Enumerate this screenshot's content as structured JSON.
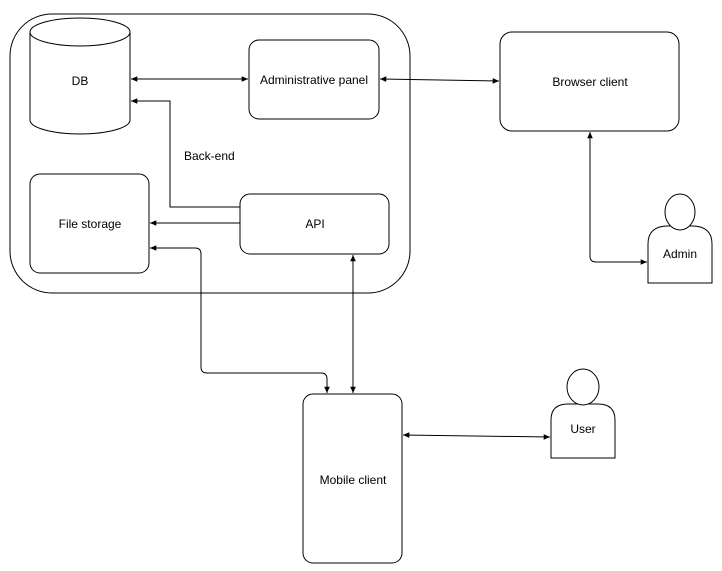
{
  "diagram": {
    "group_label": "Back-end",
    "nodes": {
      "db": {
        "label": "DB",
        "shape": "cylinder"
      },
      "admin_panel": {
        "label": "Administrative panel",
        "shape": "rounded-rect"
      },
      "file_storage": {
        "label": "File storage",
        "shape": "rounded-rect"
      },
      "api": {
        "label": "API",
        "shape": "rounded-rect"
      },
      "browser_client": {
        "label": "Browser client",
        "shape": "rounded-rect"
      },
      "mobile_client": {
        "label": "Mobile client",
        "shape": "rounded-rect"
      },
      "admin_actor": {
        "label": "Admin",
        "shape": "actor"
      },
      "user_actor": {
        "label": "User",
        "shape": "actor"
      }
    },
    "edges": [
      {
        "from": "db",
        "to": "admin_panel",
        "direction": "both"
      },
      {
        "from": "admin_panel",
        "to": "browser_client",
        "direction": "both"
      },
      {
        "from": "api",
        "to": "db",
        "direction": "forward"
      },
      {
        "from": "api",
        "to": "file_storage",
        "direction": "forward"
      },
      {
        "from": "browser_client",
        "to": "admin_actor",
        "direction": "both"
      },
      {
        "from": "api",
        "to": "mobile_client",
        "direction": "both"
      },
      {
        "from": "file_storage",
        "to": "mobile_client",
        "direction": "both"
      },
      {
        "from": "mobile_client",
        "to": "user_actor",
        "direction": "both"
      }
    ],
    "colors": {
      "stroke": "#000000",
      "fill": "#ffffff",
      "text": "#000000"
    }
  }
}
